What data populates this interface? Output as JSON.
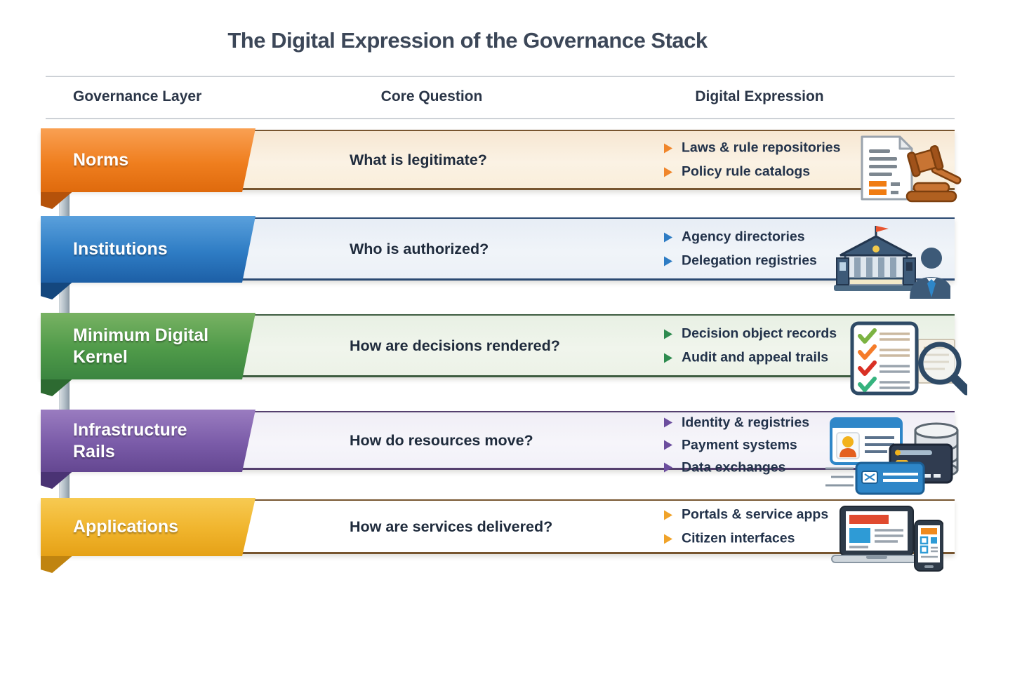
{
  "title": "The Digital Expression of the Governance Stack",
  "columns": {
    "layer": "Governance Layer",
    "question": "Core Question",
    "expression": "Digital Expression"
  },
  "rows": [
    {
      "layer": "Norms",
      "question": "What is legitimate?",
      "items": [
        "Laws & rule repositories",
        "Policy rule catalogs"
      ],
      "icon_names": [
        "document-icon",
        "gavel-icon"
      ],
      "colors": {
        "banner": "#EF7E1E",
        "fold": "#B5520A",
        "strip_bg": "#FBF1E2",
        "strip_line": "#77552F",
        "bullet": "#F0862B"
      }
    },
    {
      "layer": "Institutions",
      "question": "Who is authorized?",
      "items": [
        "Agency directories",
        "Delegation registries"
      ],
      "icon_names": [
        "government-building-icon",
        "person-icon"
      ],
      "colors": {
        "banner": "#2E7CC4",
        "fold": "#14477E",
        "strip_bg": "#EDF1F7",
        "strip_line": "#2B4A72",
        "bullet": "#2E7CC4"
      }
    },
    {
      "layer": "Minimum Digital Kernel",
      "question": "How are decisions rendered?",
      "items": [
        "Decision object records",
        "Audit and appeal trails"
      ],
      "icon_names": [
        "checklist-icon",
        "magnifier-icon"
      ],
      "colors": {
        "banner": "#4F9A49",
        "fold": "#2D6A31",
        "strip_bg": "#EDF3EA",
        "strip_line": "#3D5C40",
        "bullet": "#2E8B4F"
      }
    },
    {
      "layer": "Infrastructure Rails",
      "question": "How do resources move?",
      "items": [
        "Identity & registries",
        "Payment systems",
        "Data exchanges"
      ],
      "icon_names": [
        "id-card-icon",
        "credit-cards-icon",
        "database-icon"
      ],
      "colors": {
        "banner": "#7A5BA8",
        "fold": "#4A3374",
        "strip_bg": "#F3F2F8",
        "strip_line": "#55406E",
        "bullet": "#6C4E9E"
      }
    },
    {
      "layer": "Applications",
      "question": "How are services delivered?",
      "items": [
        "Portals & service apps",
        "Citizen interfaces"
      ],
      "icon_names": [
        "laptop-icon",
        "tablet-icon"
      ],
      "colors": {
        "banner": "#F0B42C",
        "fold": "#C08410",
        "strip_bg": "#FAF0DC",
        "strip_line": "#77552F",
        "bullet": "#F0A32A"
      }
    }
  ],
  "style_colors": {
    "title_text": "#3C4758",
    "header_text": "#2A3547",
    "body_text": "#22324A",
    "question_text": "#1F2B3C",
    "divider": "#CDD1D6",
    "connector_bar": "#B2BEC7"
  }
}
